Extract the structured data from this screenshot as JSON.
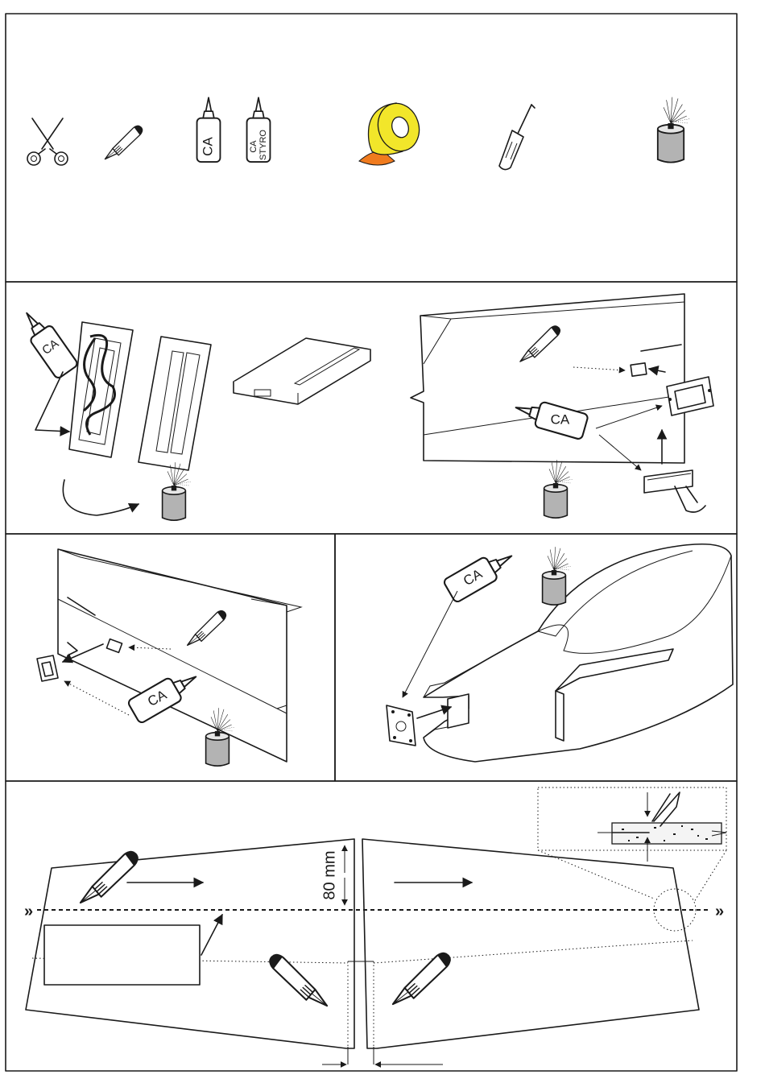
{
  "labels": {
    "ca": "CA",
    "ca_styro_line1": "CA",
    "ca_styro_line2": "STYRO",
    "dimension": "80 mm",
    "centerline_marker": "»"
  },
  "icons": [
    "scissors-icon",
    "hobby-knife-icon",
    "ca-glue-bottle-icon",
    "ca-styro-glue-bottle-icon",
    "tape-roll-icon",
    "screwdriver-icon",
    "spray-can-icon"
  ],
  "colors": {
    "tape_yellow": "#f2e62a",
    "tape_orange": "#f07b1e",
    "can_gray": "#b3b3b3"
  }
}
